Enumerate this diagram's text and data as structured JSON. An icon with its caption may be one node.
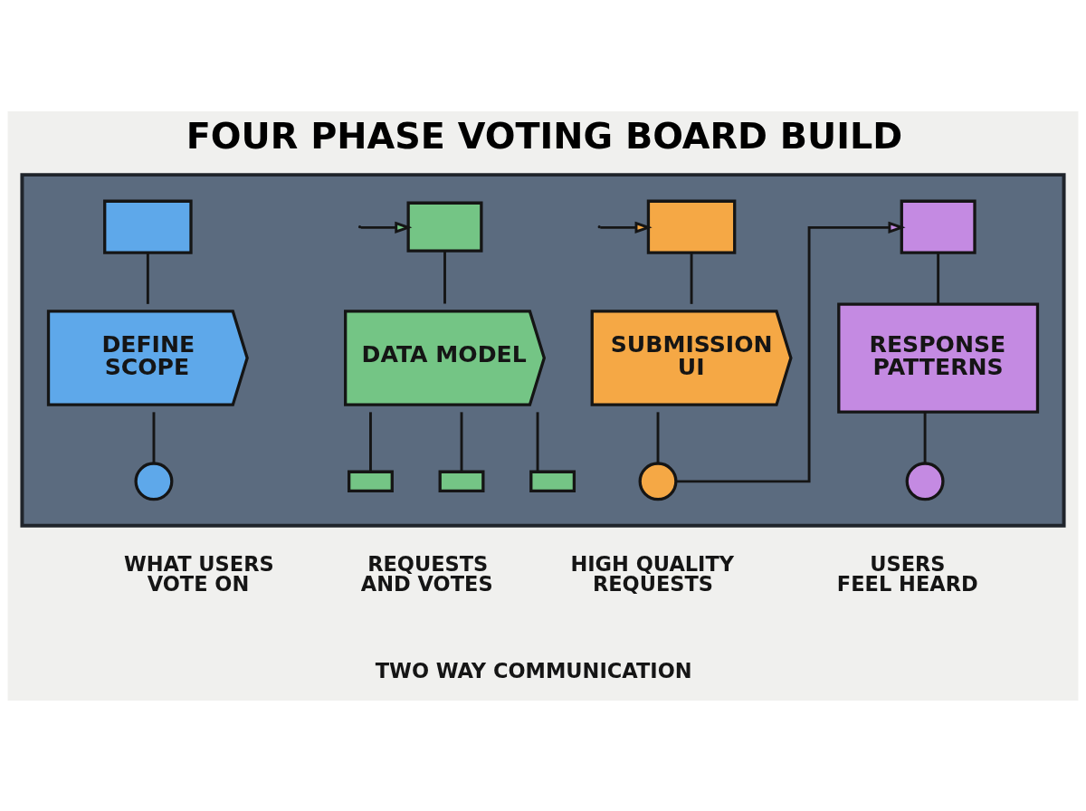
{
  "diagram": {
    "title": "FOUR PHASE VOTING BOARD BUILD",
    "caption": "TWO WAY COMMUNICATION",
    "nodes": [
      {
        "text": [],
        "shape": "box"
      },
      {
        "text": [],
        "shape": "box",
        "in": 0
      },
      {
        "text": [
          "DEFINE SCOPE"
        ],
        "in": 0
      },
      {
        "text": [],
        "shape": "circle",
        "in": 0
      },
      {
        "text": [],
        "shape": "box",
        "in": 0
      },
      {
        "text": [
          "DATA MODEL"
        ],
        "in": 0
      },
      {
        "text": [],
        "shape": "box",
        "in": 0
      },
      {
        "text": [],
        "shape": "box",
        "in": 0
      },
      {
        "text": [],
        "shape": "box",
        "in": 0
      },
      {
        "text": [],
        "shape": "box",
        "in": 0
      },
      {
        "text": [
          "SUBMISSION UI"
        ],
        "in": 0
      },
      {
        "text": [],
        "shape": "circle",
        "in": 0
      },
      {
        "text": [],
        "shape": "box",
        "in": 0
      },
      {
        "text": [
          "RESPONSE PATTERNS"
        ],
        "in": 0
      },
      {
        "text": [],
        "shape": "circle",
        "in": 0
      }
    ],
    "edges": [
      {
        "from": 1,
        "to": 2,
        "arrow": "none"
      },
      {
        "from": 2,
        "to": 3,
        "arrow": "none"
      },
      {
        "from": null,
        "to": 4,
        "arrow": "to"
      },
      {
        "from": 4,
        "to": 5,
        "arrow": "none"
      },
      {
        "from": 5,
        "to": 6,
        "arrow": "none"
      },
      {
        "from": 5,
        "to": 7,
        "arrow": "none"
      },
      {
        "from": 5,
        "to": 8,
        "arrow": "none"
      },
      {
        "from": null,
        "to": 9,
        "arrow": "to"
      },
      {
        "from": 9,
        "to": 10,
        "arrow": "none"
      },
      {
        "from": 10,
        "to": 11,
        "arrow": "none"
      },
      {
        "from": 11,
        "to": 12,
        "arrow": "to"
      },
      {
        "from": 12,
        "to": 13,
        "arrow": "none"
      },
      {
        "from": 13,
        "to": 14,
        "arrow": "none"
      }
    ],
    "labels": [
      "WHAT USERS VOTE ON",
      "REQUESTS AND VOTES",
      "HIGH QUALITY REQUESTS",
      "USERS FEEL HEARD"
    ]
  }
}
